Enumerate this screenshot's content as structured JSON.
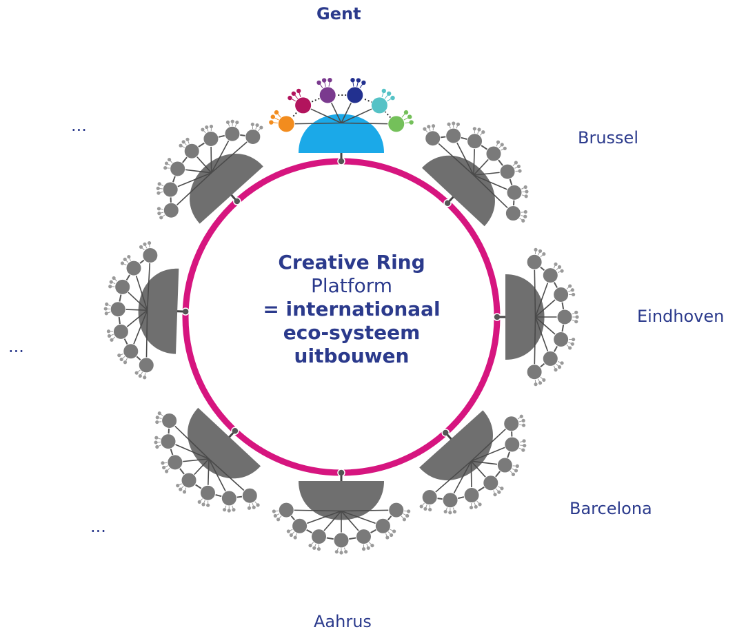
{
  "colors": {
    "ring": "#d6157f",
    "text": "#2b3a8c",
    "node_gray": "#6f6f6f",
    "leaf_gray": "#9a9a9a",
    "gent_body": "#1ba9e8",
    "gent_nodes": [
      "#f28c1e",
      "#b2145d",
      "#7a3a8e",
      "#22308f",
      "#55c2c6",
      "#74c05a"
    ]
  },
  "center": {
    "line1": "Creative Ring",
    "line2": "Platform",
    "line3": "= internationaal",
    "line4": "eco-systeem",
    "line5": "uitbouwen"
  },
  "cities": {
    "gent": "Gent",
    "brussel": "Brussel",
    "eindhoven": "Eindhoven",
    "barcelona": "Barcelona",
    "aahrus": "Aahrus",
    "more_top_left": "...",
    "more_left": "...",
    "more_bottom_left": "..."
  }
}
